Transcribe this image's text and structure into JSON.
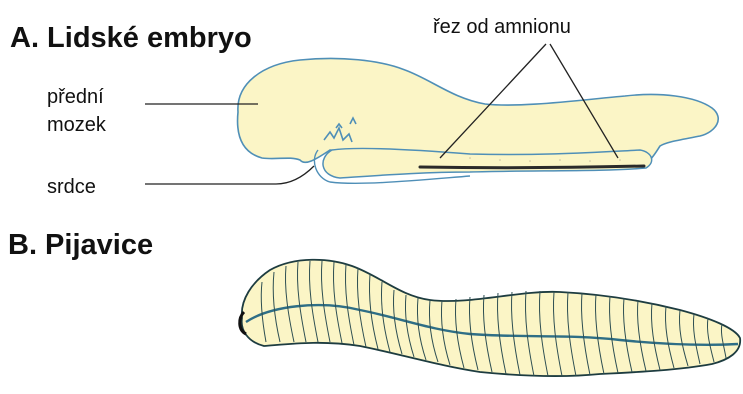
{
  "panel_a": {
    "title": "A. Lidské embryo",
    "labels": {
      "forebrain_line1": "přední",
      "forebrain_line2": "mozek",
      "heart": "srdce",
      "amnion_cut": "řez od amnionu"
    }
  },
  "panel_b": {
    "title": "B. Pijavice"
  },
  "colors": {
    "body_fill": "#fbf5c6",
    "outline_blue": "#4f8fb7",
    "leech_stripe": "#2e6e86",
    "leech_outline": "#1d3c40",
    "text": "#111111"
  }
}
